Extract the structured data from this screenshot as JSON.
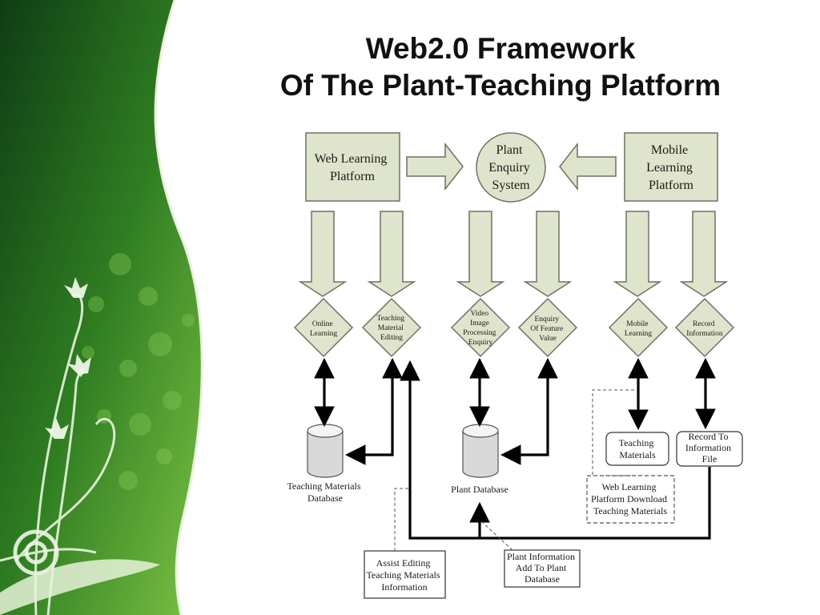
{
  "title": {
    "line1": "Web2.0 Framework",
    "line2": "Of The Plant-Teaching Platform"
  },
  "colors": {
    "block_fill": "#dfe5cc",
    "block_stroke": "#6d7263",
    "sidebar_dark": "#0f3d14",
    "sidebar_light": "#6fb93a",
    "line": "#000000"
  },
  "diagram": {
    "top_blocks": [
      {
        "id": "web",
        "lines": [
          "Web Learning",
          "Platform"
        ]
      },
      {
        "id": "enquiry",
        "lines": [
          "Plant",
          "Enquiry",
          "System"
        ]
      },
      {
        "id": "mobile",
        "lines": [
          "Mobile",
          "Learning",
          "Platform"
        ]
      }
    ],
    "diamonds": [
      {
        "id": "online",
        "lines": [
          "Online",
          "Learning"
        ]
      },
      {
        "id": "teaching",
        "lines": [
          "Teaching",
          "Material",
          "Editing"
        ]
      },
      {
        "id": "video",
        "lines": [
          "Video",
          "Image",
          "Processing",
          "Enquiry"
        ]
      },
      {
        "id": "feature",
        "lines": [
          "Enquiry",
          "Of Feature",
          "Value"
        ]
      },
      {
        "id": "mlearn",
        "lines": [
          "Mobile",
          "Learning"
        ]
      },
      {
        "id": "record",
        "lines": [
          "Record",
          "Information"
        ]
      }
    ],
    "databases": [
      {
        "id": "tmdb",
        "lines": [
          "Teaching Materials",
          "Database"
        ]
      },
      {
        "id": "pdb",
        "lines": [
          "Plant Database"
        ]
      }
    ],
    "boxes": [
      {
        "id": "tm",
        "lines": [
          "Teaching",
          "Materials"
        ]
      },
      {
        "id": "rec",
        "lines": [
          "Record To",
          "Information",
          "File"
        ]
      }
    ],
    "notes": [
      {
        "id": "download",
        "lines": [
          "Web Learning",
          "Platform Download",
          "Teaching Materials"
        ]
      },
      {
        "id": "assist",
        "lines": [
          "Assist Editing",
          "Teaching Materials",
          "Information"
        ]
      },
      {
        "id": "plantinfo",
        "lines": [
          "Plant Information",
          "Add To Plant",
          "Database"
        ]
      }
    ]
  }
}
